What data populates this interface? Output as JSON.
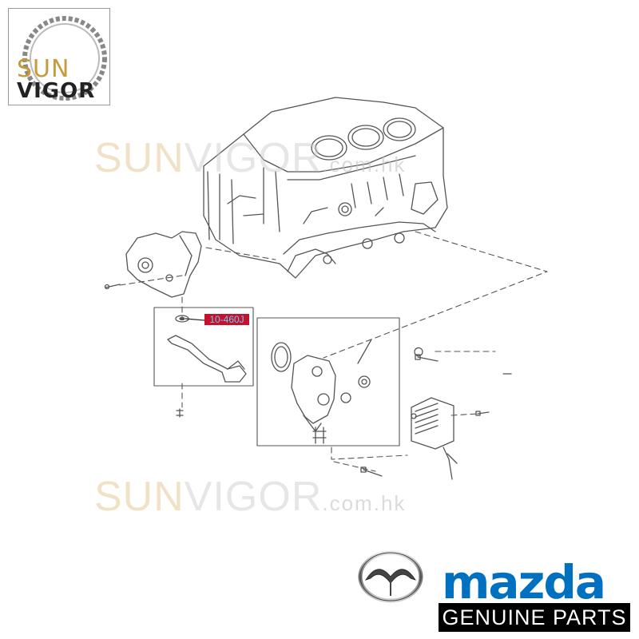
{
  "logo": {
    "line1": "SUN",
    "line2": "VIGOR"
  },
  "watermarks": [
    {
      "brand_a": "SUN",
      "brand_b": "VIGOR",
      "domain": ".com.hk"
    },
    {
      "brand_a": "SUN",
      "brand_b": "VIGOR",
      "domain": ".com.hk"
    }
  ],
  "callout": {
    "part_number": "10-460J"
  },
  "brand": {
    "wordmark": "mazda",
    "tagline": "GENUINE PARTS"
  },
  "icons": [
    "mazda-emblem-icon",
    "sunvigor-ring-icon"
  ],
  "colors": {
    "callout_bg": "#c8102e",
    "callout_text": "#59d3f0",
    "mazda_blue": "#0070c0",
    "line_art": "#555555"
  }
}
